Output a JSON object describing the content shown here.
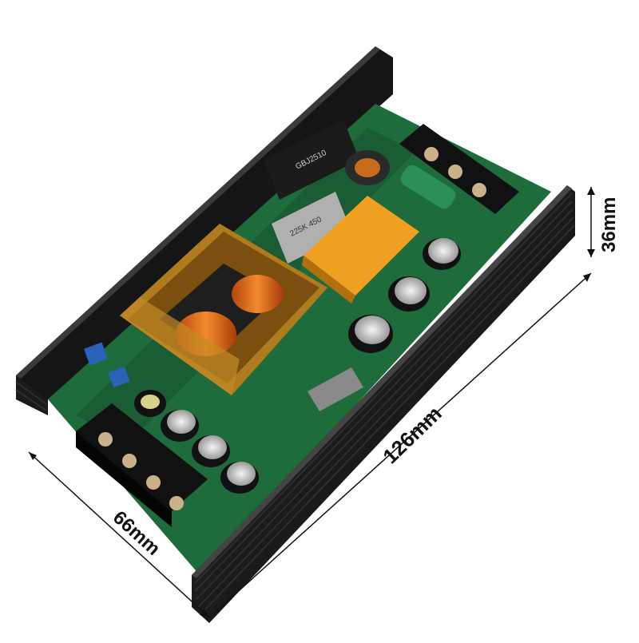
{
  "image": {
    "subject": "enclosed switching power supply module on black finned heatsink",
    "background_color": "#ffffff"
  },
  "dimensions": {
    "length": "126mm",
    "width": "66mm",
    "height": "36mm"
  },
  "component_markings": {
    "bridge_rectifier": "GBJ2510",
    "film_capacitor": "225K 450"
  },
  "colors": {
    "heatsink": "#161616",
    "pcb": "#1f6b3a",
    "transformer_tape": "#c98a1e",
    "copper": "#e8731e",
    "dimension_line": "#111111"
  }
}
